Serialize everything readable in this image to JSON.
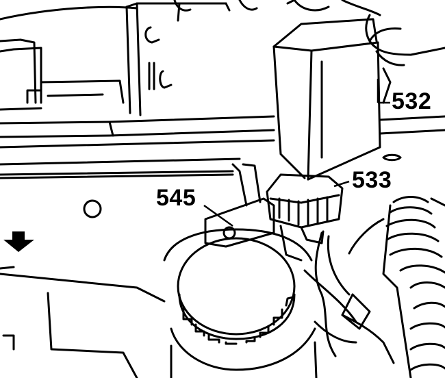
{
  "figure": {
    "callouts": [
      {
        "id": "532",
        "text": "532"
      },
      {
        "id": "533",
        "text": "533"
      },
      {
        "id": "545",
        "text": "545"
      }
    ],
    "colors": {
      "ink": "#000000",
      "paper": "#ffffff"
    },
    "icons": {
      "front_arrow": "down-arrow-icon"
    }
  }
}
